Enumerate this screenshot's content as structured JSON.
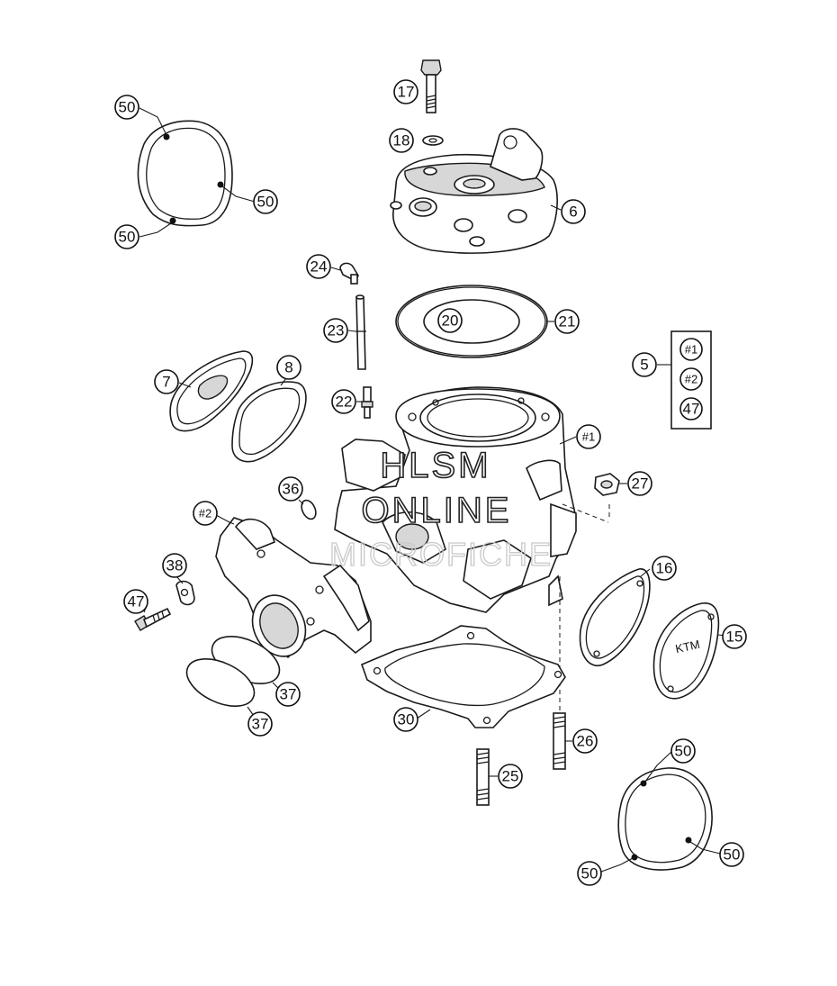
{
  "watermark": {
    "line1": "HLSM",
    "line2": "ONLINE",
    "line3": "MICROFICHE"
  },
  "callouts": {
    "c50_a": "50",
    "c50_b": "50",
    "c50_c": "50",
    "c50_d": "50",
    "c50_e": "50",
    "c50_f": "50",
    "c17": "17",
    "c18": "18",
    "c6": "6",
    "c24": "24",
    "c23": "23",
    "c20": "20",
    "c21": "21",
    "c5": "5",
    "c7": "7",
    "c8": "8",
    "c22": "22",
    "c1": "#1",
    "c27": "27",
    "c36": "36",
    "c2": "#2",
    "c38": "38",
    "c47": "47",
    "c16": "16",
    "c15": "15",
    "c37_a": "37",
    "c37_b": "37",
    "c30": "30",
    "c26": "26",
    "c25": "25"
  },
  "kit_box": {
    "items": [
      "#1",
      "#2",
      "47"
    ]
  },
  "decal_text": "KTM"
}
